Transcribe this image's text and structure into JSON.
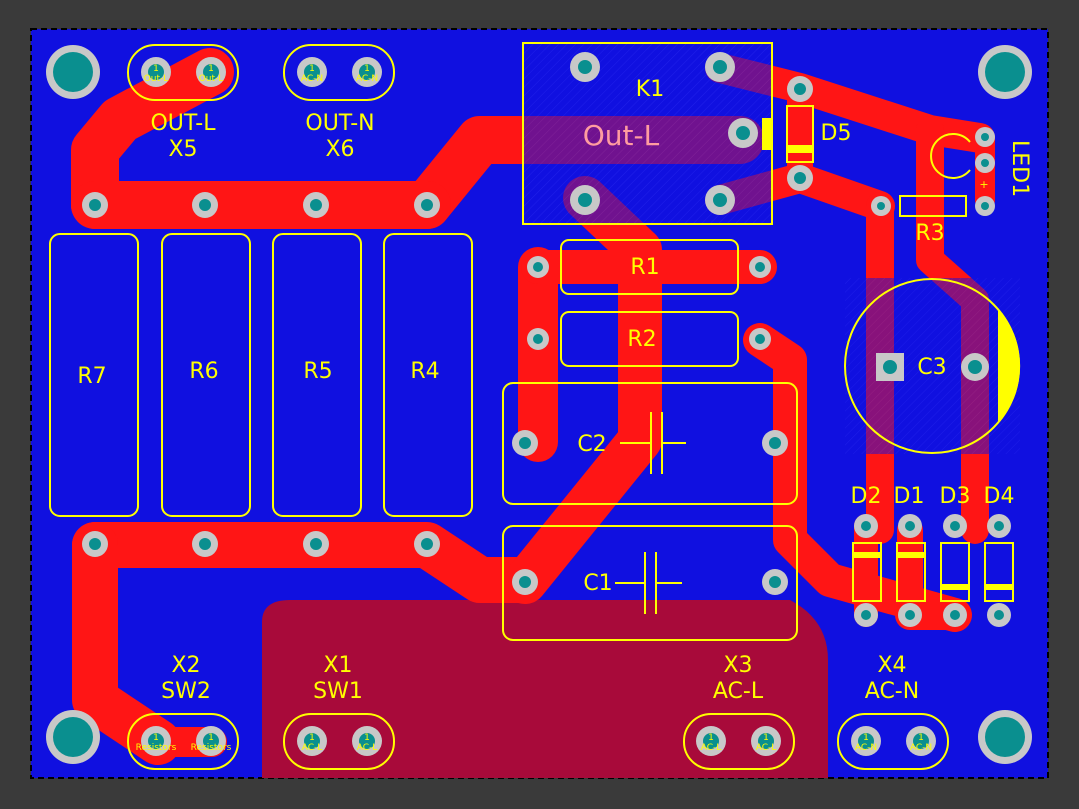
{
  "colors": {
    "background": "#3a3a3a",
    "board": "#1010e0",
    "copper": "#ff1515",
    "pour": "#a80a3a",
    "silkscreen": "#ffff00",
    "pad": "#c8c8c8",
    "drill": "#0a8f8f"
  },
  "components": {
    "x5": {
      "designator": "X5",
      "comment": "OUT-L",
      "pin1": "1",
      "pin2": "1",
      "net1": "Out-L",
      "net2": "Out-L"
    },
    "x6": {
      "designator": "X6",
      "comment": "OUT-N",
      "pin1": "1",
      "pin2": "1",
      "net1": "AC-N",
      "net2": "AC-N"
    },
    "x2": {
      "designator": "X2",
      "comment": "SW2",
      "pin1": "1",
      "pin2": "1",
      "net1": "Resistors",
      "net2": "Resistors"
    },
    "x1": {
      "designator": "X1",
      "comment": "SW1",
      "pin1": "1",
      "pin2": "1",
      "net1": "AC-L",
      "net2": "AC-L"
    },
    "x3": {
      "designator": "X3",
      "comment": "AC-L",
      "pin1": "1",
      "pin2": "1",
      "net1": "AC-L",
      "net2": "AC-L"
    },
    "x4": {
      "designator": "X4",
      "comment": "AC-N",
      "pin1": "1",
      "pin2": "1",
      "net1": "AC-N",
      "net2": "AC-N"
    },
    "k1": {
      "designator": "K1"
    },
    "d5": {
      "designator": "D5"
    },
    "led1": {
      "designator": "LED1",
      "polarity": "+"
    },
    "r1": {
      "designator": "R1"
    },
    "r2": {
      "designator": "R2"
    },
    "r3": {
      "designator": "R3"
    },
    "r4": {
      "designator": "R4"
    },
    "r5": {
      "designator": "R5"
    },
    "r6": {
      "designator": "R6"
    },
    "r7": {
      "designator": "R7"
    },
    "c1": {
      "designator": "C1"
    },
    "c2": {
      "designator": "C2"
    },
    "c3": {
      "designator": "C3"
    },
    "d1": {
      "designator": "D1"
    },
    "d2": {
      "designator": "D2"
    },
    "d3": {
      "designator": "D3"
    },
    "d4": {
      "designator": "D4"
    }
  },
  "nets": {
    "out_l_label": "Out-L"
  }
}
